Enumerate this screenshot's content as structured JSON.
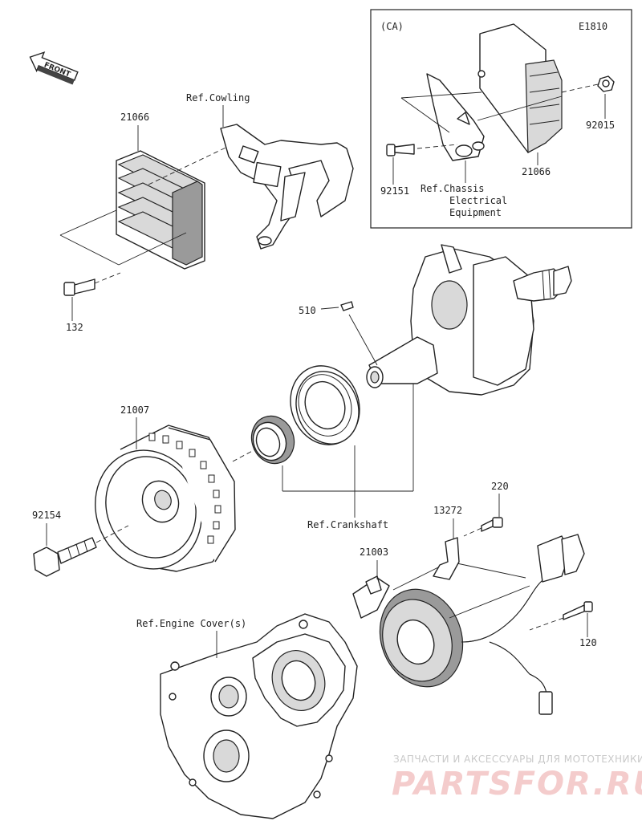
{
  "inset": {
    "variant": "(CA)",
    "code": "E1810"
  },
  "front_label": "FRONT",
  "parts": {
    "p21066_main": "21066",
    "p21066_ca": "21066",
    "p92015": "92015",
    "p92151": "92151",
    "p132": "132",
    "p510": "510",
    "p21007": "21007",
    "p92154": "92154",
    "p220": "220",
    "p13272": "13272",
    "p21003": "21003",
    "p120": "120"
  },
  "refs": {
    "cowling": "Ref.Cowling",
    "chassis_1": "Ref.Chassis",
    "chassis_2": "Electrical",
    "chassis_3": "Equipment",
    "crankshaft": "Ref.Crankshaft",
    "engine_cover": "Ref.Engine Cover(s)"
  },
  "watermark": {
    "tagline": "ЗАПЧАСТИ И АКСЕССУАРЫ ДЛЯ МОТОТЕХНИКИ",
    "logo": "PARTSFOR.RU"
  }
}
